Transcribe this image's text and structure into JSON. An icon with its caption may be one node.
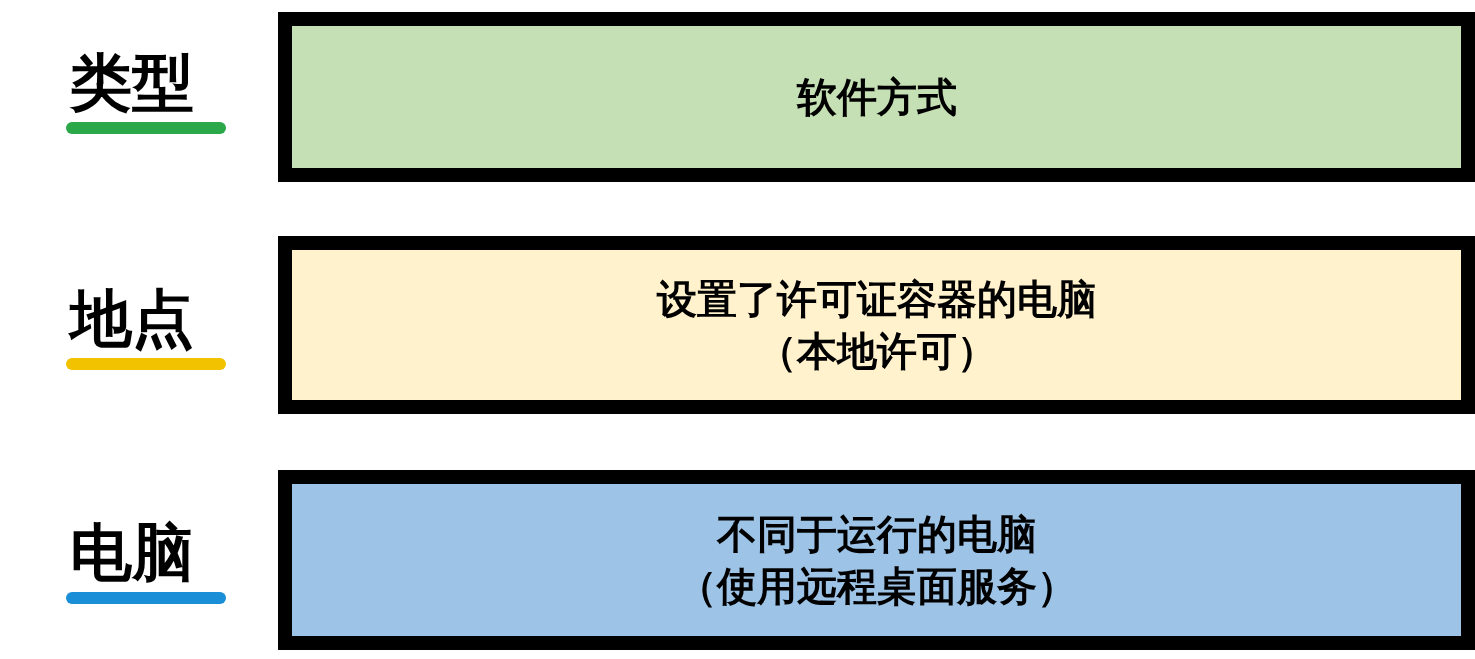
{
  "diagram": {
    "nodes": [
      {
        "text": [
          "软件方式"
        ]
      },
      {
        "text": [
          "设置了许可证容器的电脑（本地许可）"
        ]
      },
      {
        "text": [
          "不同于运行的电脑（使用远程桌面服务）"
        ]
      }
    ],
    "labels": [
      "类型",
      "地点",
      "电脑"
    ]
  }
}
